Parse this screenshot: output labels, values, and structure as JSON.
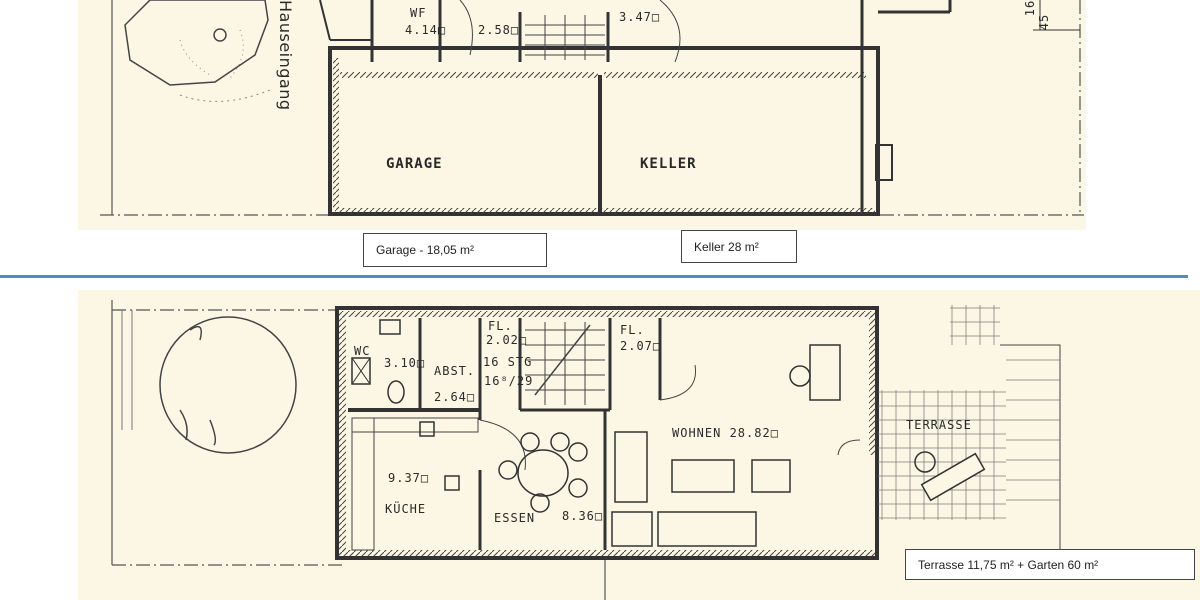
{
  "colors": {
    "paper": "#fbf7e4",
    "ink": "#333333",
    "divider": "#4a90c2",
    "box_border": "#444444"
  },
  "basement": {
    "labels": {
      "hauseingang": "Hauseingang",
      "wf": "WF",
      "wf_area": "4.14□",
      "area_258": "2.58□",
      "area_347": "3.47□",
      "garage": "GARAGE",
      "keller": "KELLER",
      "dim_45": "45",
      "dim_16": "16"
    },
    "captions": {
      "garage": "Garage - 18,05 m²",
      "keller": "Keller 28 m²"
    }
  },
  "ground_floor": {
    "labels": {
      "wc": "WC",
      "wc_area": "3.10□",
      "abst": "ABST.",
      "abst_area": "2.64□",
      "fl1": "FL.",
      "fl1_area": "2.02□",
      "stairs": "16 STG",
      "stairs_ratio": "16⁸/29",
      "fl2": "FL.",
      "fl2_area": "2.07□",
      "wohnen": "WOHNEN  28.82□",
      "kueche_area": "9.37□",
      "kueche": "KÜCHE",
      "essen": "ESSEN",
      "essen_area": "8.36□",
      "terrasse": "TERRASSE"
    },
    "captions": {
      "terrasse": "Terrasse 11,75 m² + Garten 60 m²"
    }
  }
}
